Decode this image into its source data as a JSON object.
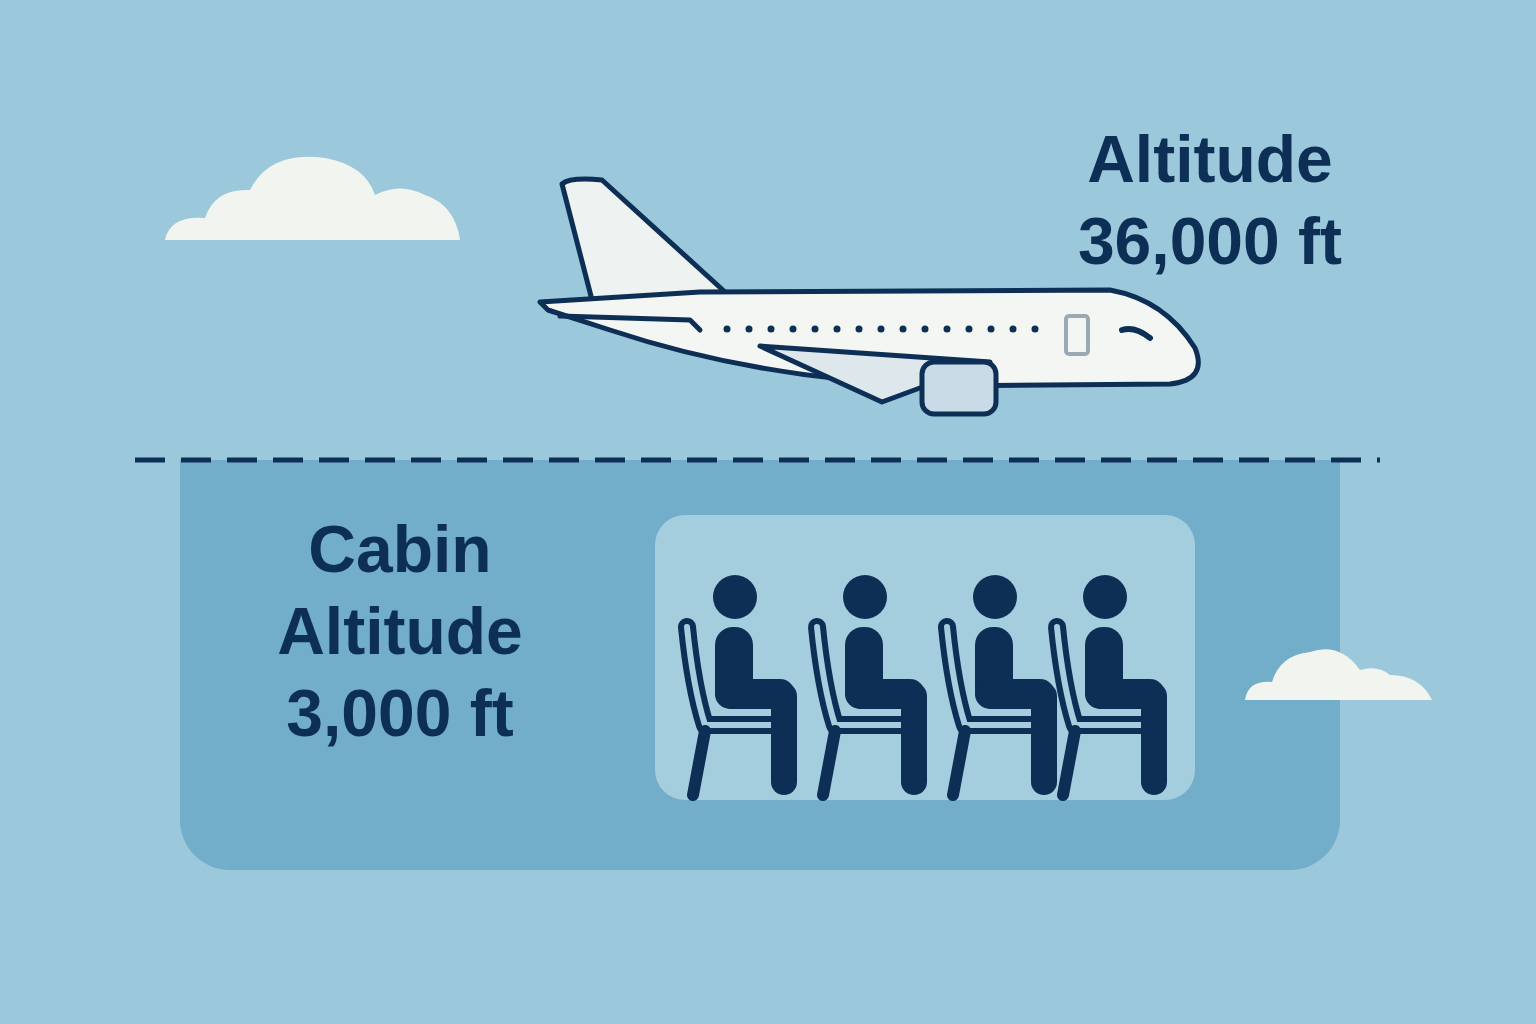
{
  "diagram": {
    "nodes": [
      {
        "text": [
          "Cabin Altitude",
          "3,000 ft"
        ]
      }
    ],
    "labels": [
      "Altitude",
      "36,000 ft"
    ]
  }
}
